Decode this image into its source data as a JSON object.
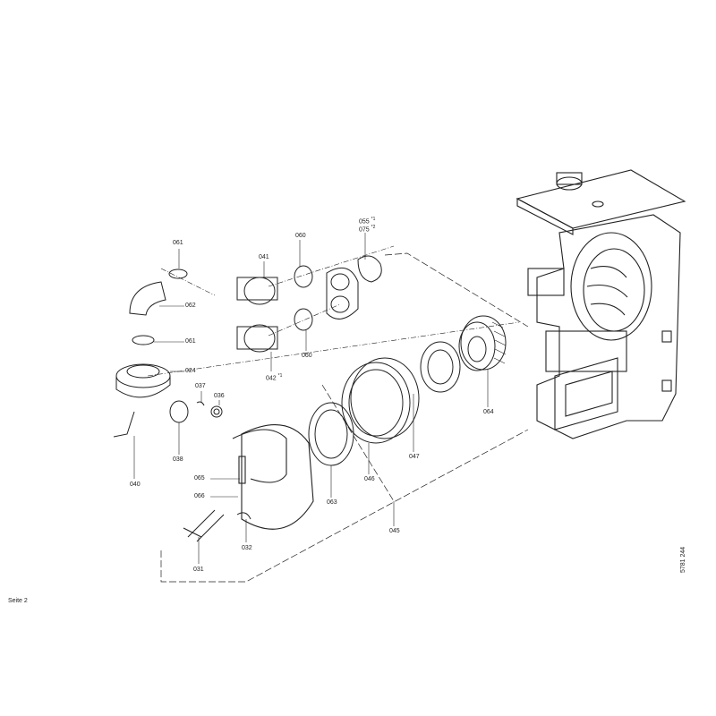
{
  "labels": {
    "p061a": "061",
    "p062": "062",
    "p061b": "061",
    "p024": "024",
    "p037": "037",
    "p036": "036",
    "p038": "038",
    "p040": "040",
    "p041": "041",
    "p060a": "060",
    "p060b": "060",
    "p042": "042",
    "p042_note": "*1",
    "p055": "055",
    "p055_note": "*1",
    "p075": "075",
    "p075_note": "*2",
    "p065": "065",
    "p066": "066",
    "p031": "031",
    "p032": "032",
    "p063": "063",
    "p046": "046",
    "p047": "047",
    "p064": "064",
    "p045": "045"
  },
  "footer": {
    "page": "Seite 2",
    "doc_number": "5781 244"
  }
}
